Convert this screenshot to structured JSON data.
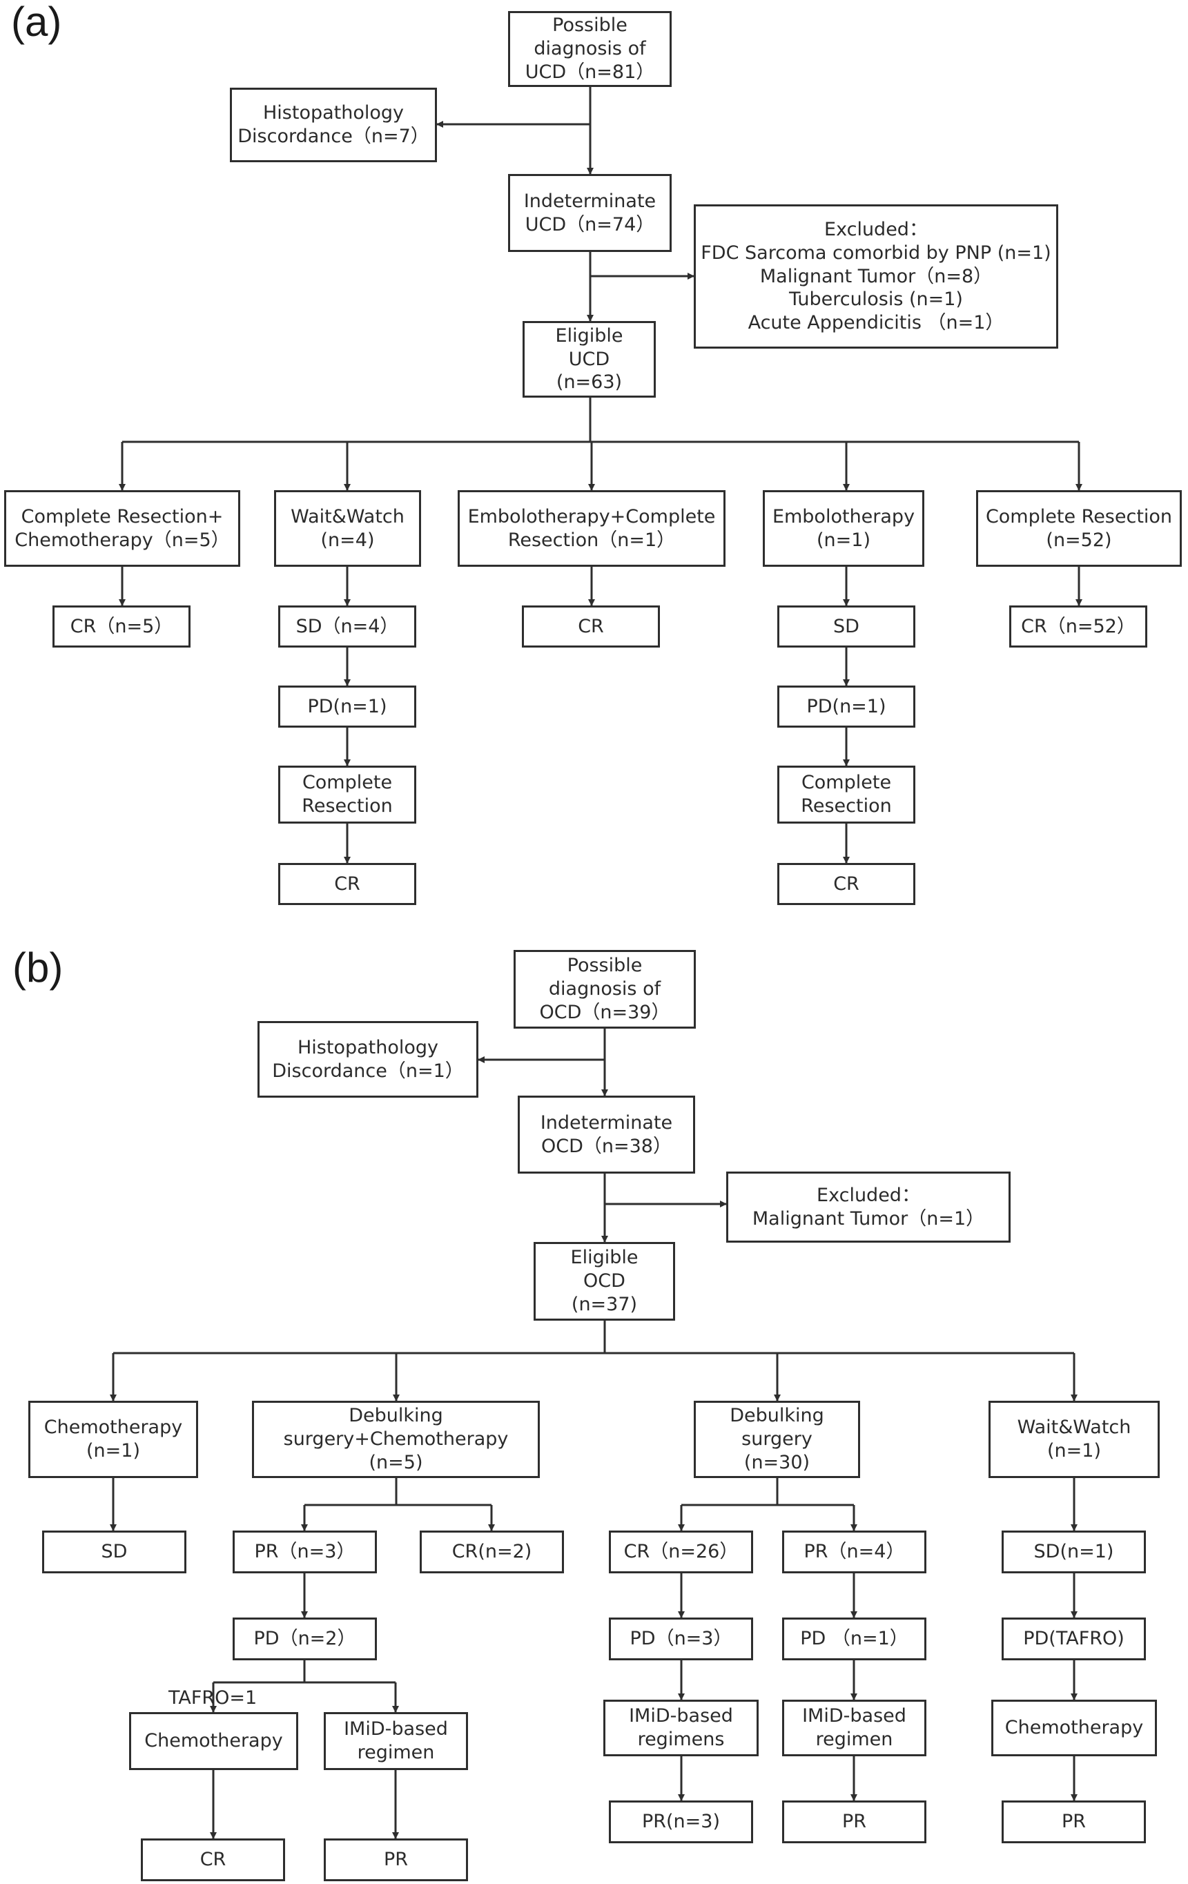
{
  "panel_a": {
    "label": "(a)",
    "possible": [
      "Possible",
      "diagnosis of",
      "UCD（n=81）"
    ],
    "histo": [
      "Histopathology",
      "Discordance（n=7）"
    ],
    "indeterminate": [
      "Indeterminate",
      "UCD（n=74）"
    ],
    "excluded": [
      "Excluded：",
      "FDC Sarcoma comorbid by PNP (n=1)",
      "Malignant Tumor（n=8）",
      "Tuberculosis (n=1)",
      "Acute Appendicitis （n=1）"
    ],
    "eligible": [
      "Eligible",
      "UCD",
      "(n=63)"
    ],
    "b1": [
      "Complete Resection+",
      "Chemotherapy（n=5）"
    ],
    "b1_out": [
      "CR（n=5）"
    ],
    "b2": [
      "Wait&Watch",
      "(n=4)"
    ],
    "b2_out1": [
      "SD（n=4）"
    ],
    "b2_out2": [
      "PD(n=1)"
    ],
    "b2_out3": [
      "Complete",
      "Resection"
    ],
    "b2_out4": [
      "CR"
    ],
    "b3": [
      "Embolotherapy+Complete",
      "Resection（n=1）"
    ],
    "b3_out": [
      "CR"
    ],
    "b4": [
      "Embolotherapy",
      "(n=1)"
    ],
    "b4_out1": [
      "SD"
    ],
    "b4_out2": [
      "PD(n=1)"
    ],
    "b4_out3": [
      "Complete",
      "Resection"
    ],
    "b4_out4": [
      "CR"
    ],
    "b5": [
      "Complete Resection",
      "(n=52)"
    ],
    "b5_out": [
      "CR（n=52）"
    ]
  },
  "panel_b": {
    "label": "(b)",
    "possible": [
      "Possible",
      "diagnosis of",
      "OCD（n=39）"
    ],
    "histo": [
      "Histopathology",
      "Discordance（n=1）"
    ],
    "indeterminate": [
      "Indeterminate",
      "OCD（n=38）"
    ],
    "excluded": [
      "Excluded：",
      "Malignant Tumor（n=1）"
    ],
    "eligible": [
      "Eligible",
      "OCD",
      "(n=37)"
    ],
    "b1": [
      "Chemotherapy",
      "(n=1)"
    ],
    "b1_out": [
      "SD"
    ],
    "b2": [
      "Debulking",
      "surgery+Chemotherapy",
      "(n=5)"
    ],
    "b2_pr": [
      "PR（n=3）"
    ],
    "b2_cr": [
      "CR(n=2)"
    ],
    "b2_pd": [
      "PD（n=2）"
    ],
    "tafro_label": "TAFRO=1",
    "b2_chemo": [
      "Chemotherapy"
    ],
    "b2_chemo_out": [
      "CR"
    ],
    "b2_imid": [
      "IMiD-based",
      "regimen"
    ],
    "b2_imid_out": [
      "PR"
    ],
    "b3": [
      "Debulking",
      "surgery",
      "(n=30)"
    ],
    "b3_cr": [
      "CR（n=26）"
    ],
    "b3_cr_pd": [
      "PD（n=3）"
    ],
    "b3_cr_imid": [
      "IMiD-based",
      "regimens"
    ],
    "b3_cr_out": [
      "PR(n=3)"
    ],
    "b3_pr": [
      "PR（n=4）"
    ],
    "b3_pr_pd": [
      "PD （n=1）"
    ],
    "b3_pr_imid": [
      "IMiD-based",
      "regimen"
    ],
    "b3_pr_out": [
      "PR"
    ],
    "b4": [
      "Wait&Watch",
      "(n=1)"
    ],
    "b4_out1": [
      "SD(n=1)"
    ],
    "b4_out2": [
      "PD(TAFRO)"
    ],
    "b4_out3": [
      "Chemotherapy"
    ],
    "b4_out4": [
      "PR"
    ]
  }
}
